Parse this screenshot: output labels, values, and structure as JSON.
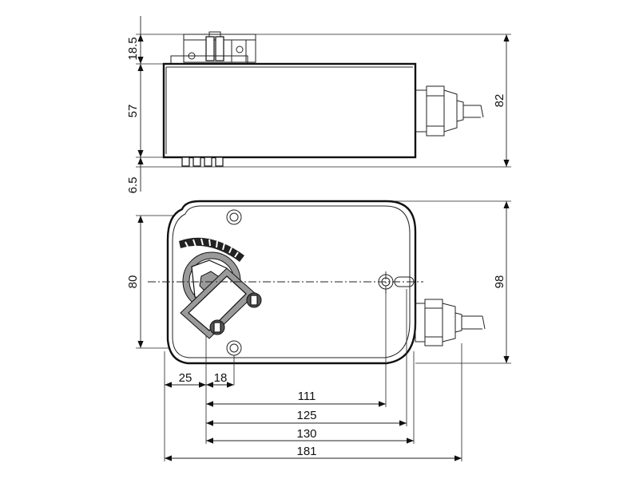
{
  "dimensions": {
    "top_bracket": "18.5",
    "side_height": "57",
    "bottom_feet": "6.5",
    "side_total": "82",
    "front_holes": "80",
    "front_total": "98",
    "edge_to_axis": "25",
    "axis_offset": "18",
    "width_111": "111",
    "width_125": "125",
    "width_130": "130",
    "width_181": "181"
  },
  "colors": {
    "line": "#222222",
    "shade": "#9a9a9a"
  }
}
